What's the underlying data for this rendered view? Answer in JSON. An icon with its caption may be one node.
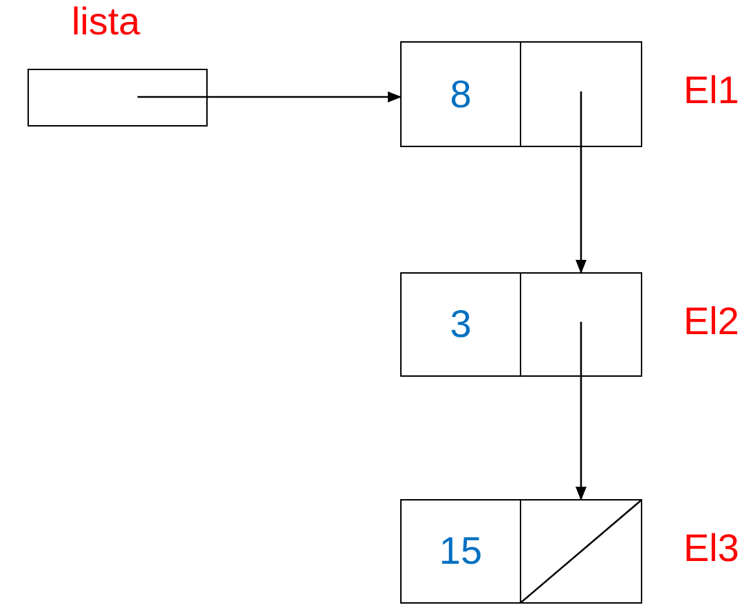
{
  "diagram": {
    "nodes": [
      {
        "text": [],
        "shape": "box",
        "beside": [
          "lista"
        ]
      },
      {
        "text": [
          "8"
        ],
        "beside": [
          "El1"
        ]
      },
      {
        "text": [
          "3"
        ],
        "beside": [
          "El2"
        ]
      },
      {
        "text": [
          "15"
        ],
        "beside": [
          "El3"
        ]
      }
    ],
    "edges": [
      {
        "from": 0,
        "to": 1,
        "arrow": "to"
      },
      {
        "from": 1,
        "to": 2,
        "arrow": "to"
      },
      {
        "from": 2,
        "to": 3,
        "arrow": "to"
      }
    ]
  }
}
